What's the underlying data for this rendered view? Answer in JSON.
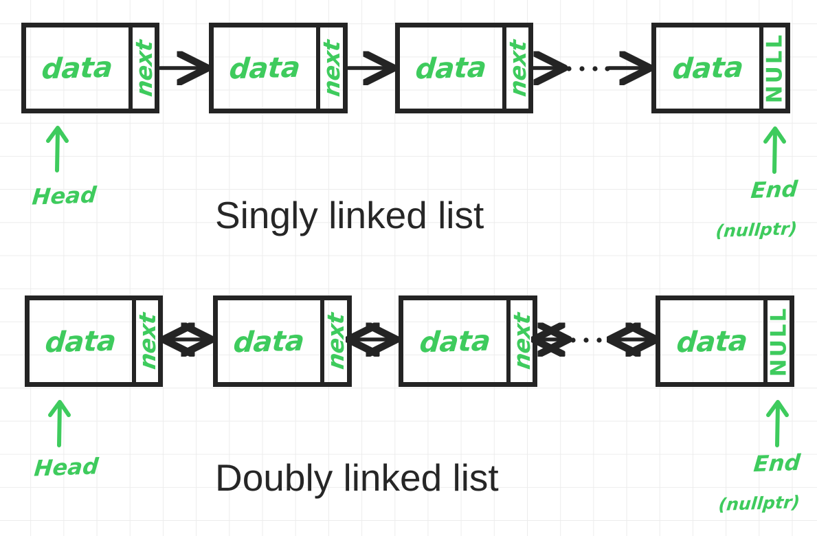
{
  "diagram": {
    "title_singly": "Singly linked list",
    "title_doubly": "Doubly linked list",
    "background": "#ffffff",
    "grid_color": "#ececec",
    "ink_color": "#242424",
    "accent_color": "#3ecb5d",
    "ellipsis": "...."
  },
  "singly": {
    "label": "Singly linked list",
    "head_label": "Head",
    "end_label": "End",
    "end_sub": "(nullptr)",
    "nodes": [
      {
        "data": "data",
        "pointer": "next"
      },
      {
        "data": "data",
        "pointer": "next"
      },
      {
        "data": "data",
        "pointer": "next"
      },
      {
        "data": "data",
        "pointer": "NULL"
      }
    ]
  },
  "doubly": {
    "label": "Doubly linked list",
    "head_label": "Head",
    "end_label": "End",
    "end_sub": "(nullptr)",
    "nodes": [
      {
        "data": "data",
        "pointer": "next"
      },
      {
        "data": "data",
        "pointer": "next"
      },
      {
        "data": "data",
        "pointer": "next"
      },
      {
        "data": "data",
        "pointer": "NULL"
      }
    ]
  }
}
